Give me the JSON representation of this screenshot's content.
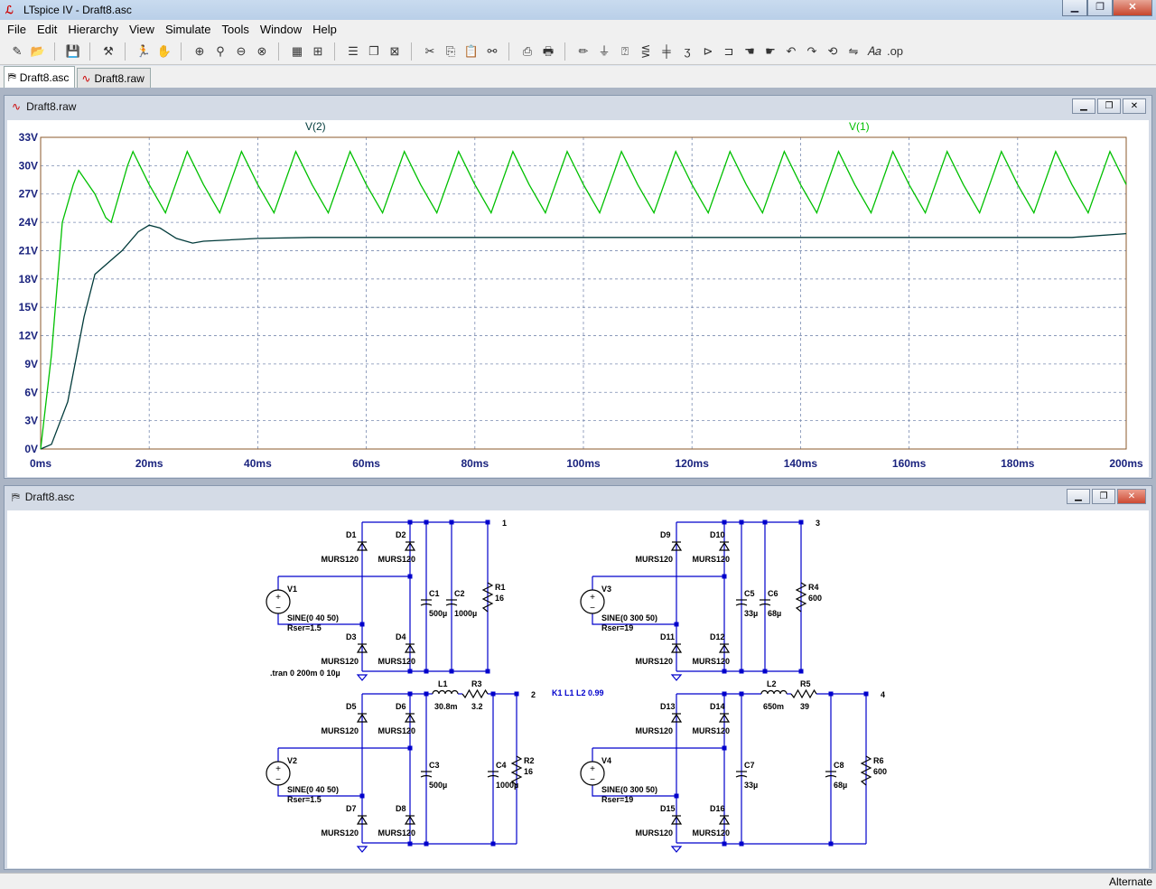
{
  "window": {
    "title": "LTspice IV - Draft8.asc"
  },
  "menu": [
    "File",
    "Edit",
    "Hierarchy",
    "View",
    "Simulate",
    "Tools",
    "Window",
    "Help"
  ],
  "tabs": [
    {
      "label": "Draft8.asc"
    },
    {
      "label": "Draft8.raw"
    }
  ],
  "waveform_window": {
    "title": "Draft8.raw"
  },
  "schematic_window": {
    "title": "Draft8.asc"
  },
  "status": {
    "text": "Alternate"
  },
  "colors": {
    "v1": "#00c000",
    "v2": "#003a3a",
    "wire": "#0000cc",
    "plot_border": "#8b5a2b",
    "grid": "#7a8bb0"
  },
  "chart_data": {
    "type": "line",
    "xlabel": "",
    "ylabel": "",
    "xlim": [
      0,
      200
    ],
    "ylim": [
      0,
      33
    ],
    "x_ticks": [
      "0ms",
      "20ms",
      "40ms",
      "60ms",
      "80ms",
      "100ms",
      "120ms",
      "140ms",
      "160ms",
      "180ms",
      "200ms"
    ],
    "y_ticks": [
      "0V",
      "3V",
      "6V",
      "9V",
      "12V",
      "15V",
      "18V",
      "21V",
      "24V",
      "27V",
      "30V",
      "33V"
    ],
    "grid": true,
    "series": [
      {
        "name": "V(2)",
        "color": "#003a3a",
        "x": [
          0,
          2,
          5,
          8,
          10,
          12,
          15,
          18,
          20,
          22,
          25,
          28,
          30,
          40,
          50,
          60,
          70,
          80,
          90,
          100,
          110,
          120,
          130,
          140,
          150,
          160,
          170,
          180,
          190,
          200
        ],
        "values": [
          0,
          0.5,
          5,
          14,
          18.5,
          19.5,
          21,
          23,
          23.7,
          23.4,
          22.3,
          21.8,
          22.0,
          22.3,
          22.4,
          22.4,
          22.4,
          22.4,
          22.4,
          22.4,
          22.4,
          22.4,
          22.4,
          22.4,
          22.4,
          22.4,
          22.4,
          22.4,
          22.4,
          22.8
        ]
      },
      {
        "name": "V(1)",
        "color": "#00c000",
        "x": [
          0,
          2,
          4,
          6,
          7,
          10,
          12,
          13,
          16,
          17,
          20,
          23,
          27,
          30,
          33,
          37,
          40,
          43,
          47,
          50,
          53,
          57,
          60,
          63,
          67,
          70,
          73,
          77,
          80,
          83,
          87,
          90,
          93,
          97,
          100,
          103,
          107,
          110,
          113,
          117,
          120,
          123,
          127,
          130,
          133,
          137,
          140,
          143,
          147,
          150,
          153,
          157,
          160,
          163,
          167,
          170,
          173,
          177,
          180,
          183,
          187,
          190,
          193,
          197,
          200
        ],
        "values": [
          0,
          10,
          24,
          28,
          29.5,
          27,
          24.5,
          24,
          30,
          31.5,
          28,
          25,
          31.5,
          28,
          25,
          31.5,
          28,
          25,
          31.5,
          28,
          25,
          31.5,
          28,
          25,
          31.5,
          28,
          25,
          31.5,
          28,
          25,
          31.5,
          28,
          25,
          31.5,
          28,
          25,
          31.5,
          28,
          25,
          31.5,
          28,
          25,
          31.5,
          28,
          25,
          31.5,
          28,
          25,
          31.5,
          28,
          25,
          31.5,
          28,
          25,
          31.5,
          28,
          25,
          31.5,
          28,
          25,
          31.5,
          28,
          25,
          31.5,
          28
        ]
      }
    ]
  },
  "schematic": {
    "directive_tran": ".tran 0 200m 0 10µ",
    "directive_k": "K1 L1 L2 0.99",
    "nets": [
      "1",
      "2",
      "3",
      "4"
    ],
    "diodes": [
      {
        "ref": "D1",
        "model": "MURS120"
      },
      {
        "ref": "D2",
        "model": "MURS120"
      },
      {
        "ref": "D3",
        "model": "MURS120"
      },
      {
        "ref": "D4",
        "model": "MURS120"
      },
      {
        "ref": "D5",
        "model": "MURS120"
      },
      {
        "ref": "D6",
        "model": "MURS120"
      },
      {
        "ref": "D7",
        "model": "MURS120"
      },
      {
        "ref": "D8",
        "model": "MURS120"
      },
      {
        "ref": "D9",
        "model": "MURS120"
      },
      {
        "ref": "D10",
        "model": "MURS120"
      },
      {
        "ref": "D11",
        "model": "MURS120"
      },
      {
        "ref": "D12",
        "model": "MURS120"
      },
      {
        "ref": "D13",
        "model": "MURS120"
      },
      {
        "ref": "D14",
        "model": "MURS120"
      },
      {
        "ref": "D15",
        "model": "MURS120"
      },
      {
        "ref": "D16",
        "model": "MURS120"
      }
    ],
    "sources": [
      {
        "ref": "V1",
        "value": "SINE(0 40 50)",
        "rser": "Rser=1.5"
      },
      {
        "ref": "V2",
        "value": "SINE(0 40 50)",
        "rser": "Rser=1.5"
      },
      {
        "ref": "V3",
        "value": "SINE(0 300 50)",
        "rser": "Rser=19"
      },
      {
        "ref": "V4",
        "value": "SINE(0 300 50)",
        "rser": "Rser=19"
      }
    ],
    "caps": [
      {
        "ref": "C1",
        "value": "500µ"
      },
      {
        "ref": "C2",
        "value": "1000µ"
      },
      {
        "ref": "C3",
        "value": "500µ"
      },
      {
        "ref": "C4",
        "value": "1000µ"
      },
      {
        "ref": "C5",
        "value": "33µ"
      },
      {
        "ref": "C6",
        "value": "68µ"
      },
      {
        "ref": "C7",
        "value": "33µ"
      },
      {
        "ref": "C8",
        "value": "68µ"
      }
    ],
    "resistors": [
      {
        "ref": "R1",
        "value": "16"
      },
      {
        "ref": "R2",
        "value": "16"
      },
      {
        "ref": "R3",
        "value": "3.2"
      },
      {
        "ref": "R4",
        "value": "600"
      },
      {
        "ref": "R5",
        "value": "39"
      },
      {
        "ref": "R6",
        "value": "600"
      }
    ],
    "inductors": [
      {
        "ref": "L1",
        "value": "30.8m"
      },
      {
        "ref": "L2",
        "value": "650m"
      }
    ]
  }
}
